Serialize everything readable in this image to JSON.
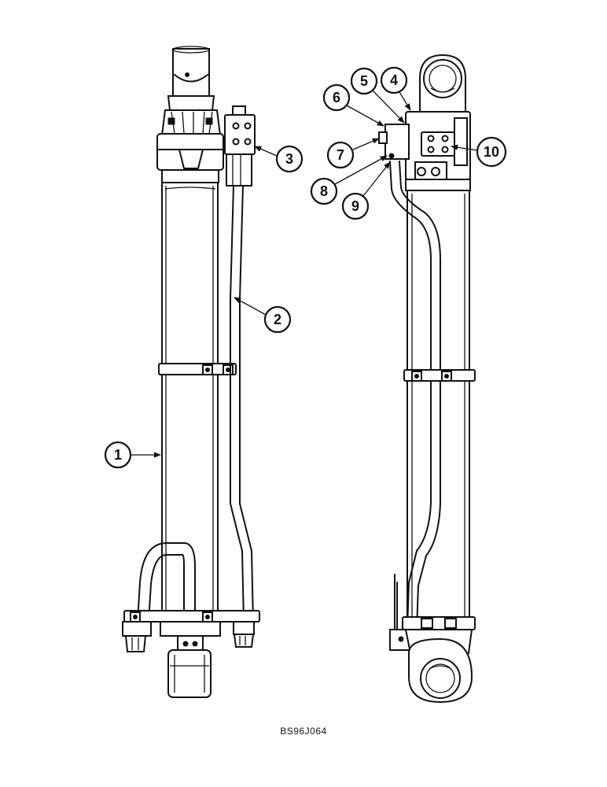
{
  "figure_id": "BS96J064",
  "callouts": [
    "1",
    "2",
    "3",
    "4",
    "5",
    "6",
    "7",
    "8",
    "9",
    "10"
  ]
}
